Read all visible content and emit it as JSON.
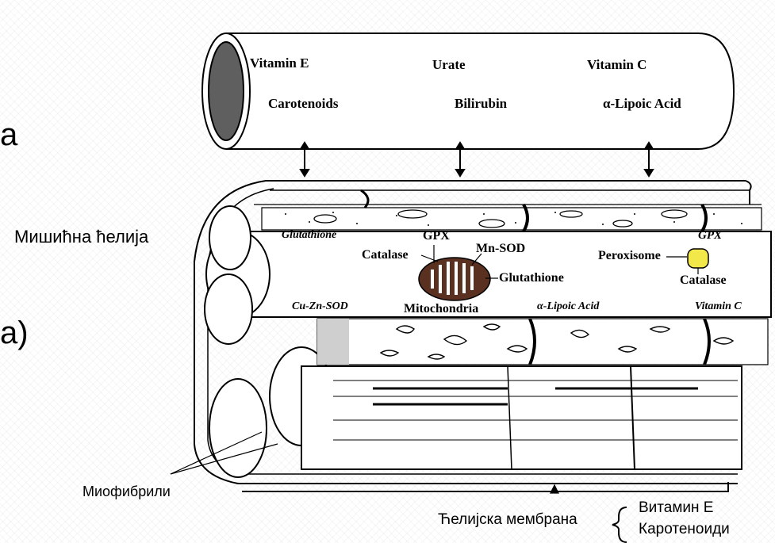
{
  "slide_fragments": {
    "line1": "а",
    "line2": "а)"
  },
  "blood_vessel": {
    "vitamin_e": "Vitamin E",
    "urate": "Urate",
    "vitamin_c": "Vitamin C",
    "carotenoids": "Carotenoids",
    "bilirubin": "Bilirubin",
    "lipoic_acid": "α-Lipoic Acid"
  },
  "muscle_cell": {
    "label": "Мишићна ћелија",
    "glutathione": "Glutathione",
    "gpx_center": "GPX",
    "gpx_right": "GPX",
    "catalase_left": "Catalase",
    "mn_sod": "Mn-SOD",
    "mito_glutathione": "Glutathione",
    "peroxisome": "Peroxisome",
    "catalase_right": "Catalase",
    "cu_zn_sod": "Cu-Zn-SOD",
    "mitochondria": "Mitochondria",
    "lipoic_acid": "α-Lipoic Acid",
    "vitamin_c": "Vitamin C"
  },
  "bottom": {
    "myofibrils": "Миофибрили",
    "cell_membrane": "Ћелијска мембрана",
    "vitamin_e": "Витамин Е",
    "carotenoids": "Каротеноиди"
  },
  "colors": {
    "mitochondria": "#5a3020",
    "peroxisome": "#f2e84a",
    "vessel_lumen": "#5f5f5f"
  }
}
